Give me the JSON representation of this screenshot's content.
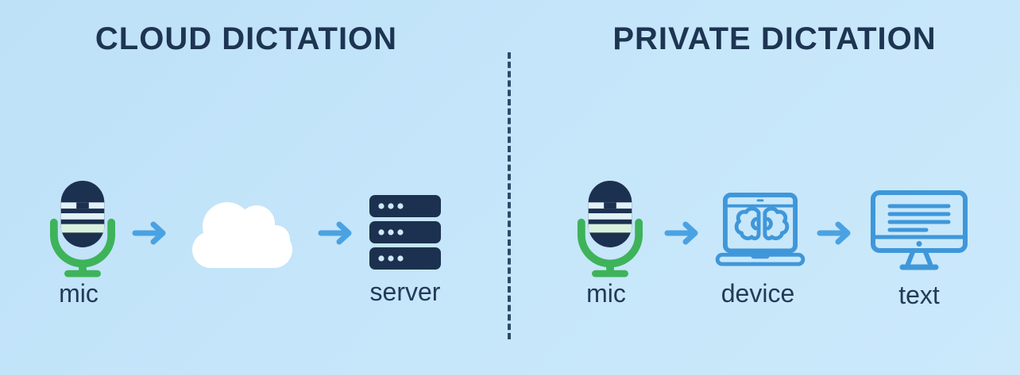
{
  "diagram": {
    "kind": "comparison-flow",
    "panels": [
      {
        "id": "cloud-dictation",
        "title": "CLOUD DICTATION",
        "steps": [
          {
            "icon": "microphone-icon",
            "label": "mic"
          },
          {
            "icon": "right-arrow-icon",
            "label": ""
          },
          {
            "icon": "cloud-icon",
            "label": ""
          },
          {
            "icon": "right-arrow-icon",
            "label": ""
          },
          {
            "icon": "server-icon",
            "label": "server"
          }
        ]
      },
      {
        "id": "private-dictation",
        "title": "PRIVATE DICTATION",
        "steps": [
          {
            "icon": "microphone-icon",
            "label": "mic"
          },
          {
            "icon": "right-arrow-icon",
            "label": ""
          },
          {
            "icon": "laptop-brain-icon",
            "label": "device"
          },
          {
            "icon": "right-arrow-icon",
            "label": ""
          },
          {
            "icon": "monitor-text-icon",
            "label": "text"
          }
        ]
      }
    ],
    "divider_style": "vertical-dashed"
  },
  "colors": {
    "background_top": "#bee1f8",
    "background_bottom": "#cbe9fb",
    "title_navy": "#1d3452",
    "label_navy": "#223a57",
    "icon_navy": "#1c3150",
    "mic_green": "#3eb35a",
    "mic_band_mint": "#d9f0dd",
    "mic_stripe_light": "#e3f2f7",
    "arrow_blue": "#4ba2e2",
    "device_blue": "#3f97d9",
    "cloud_white": "#ffffff",
    "server_dot_light": "#cde9f8",
    "divider_navy": "#2c4a68"
  }
}
